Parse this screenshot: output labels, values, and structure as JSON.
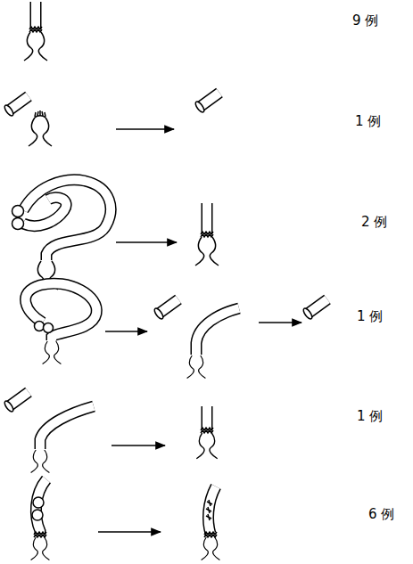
{
  "diagram": {
    "labels": [
      "9 例",
      "1 例",
      "2 例",
      "1 例",
      "1 例",
      "6 例"
    ]
  }
}
